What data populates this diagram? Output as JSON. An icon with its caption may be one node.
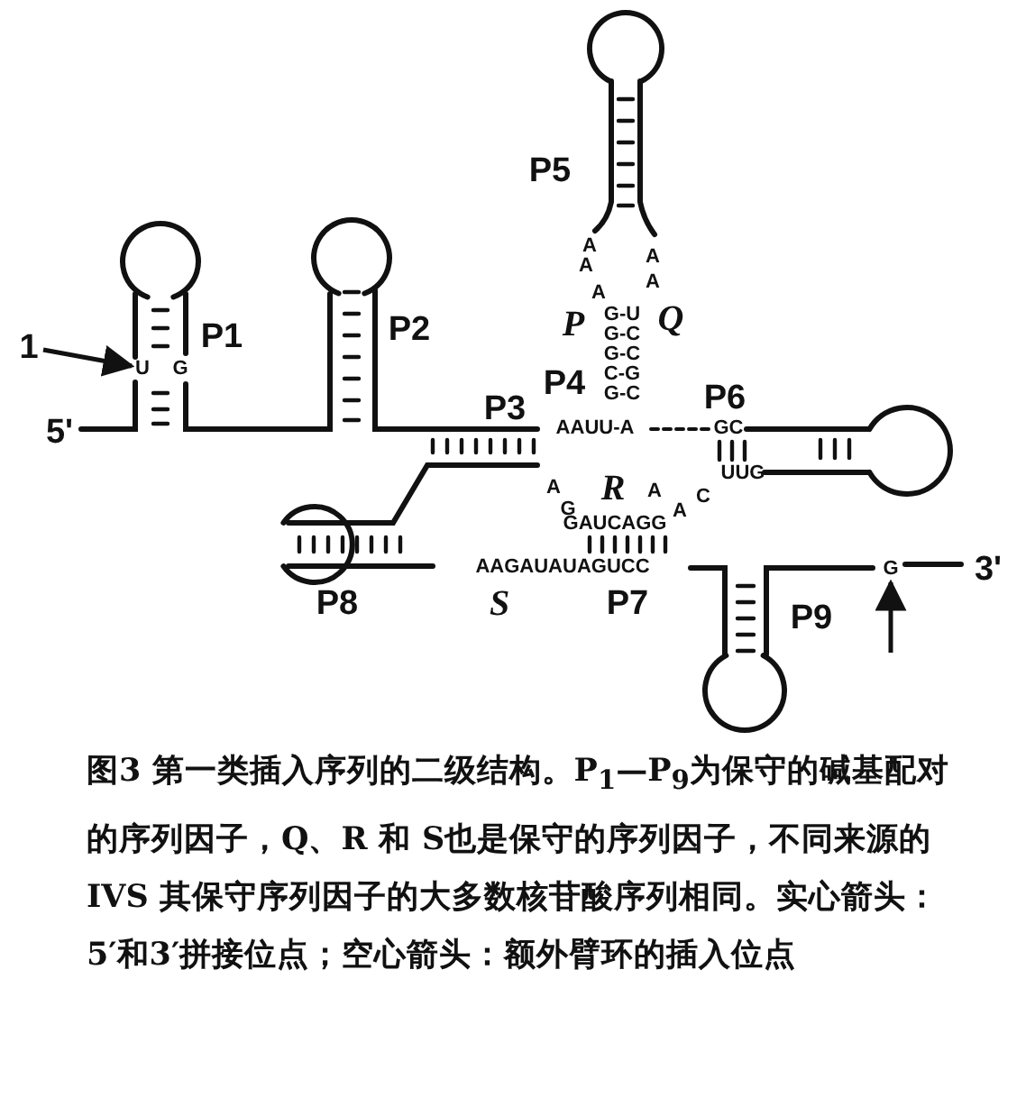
{
  "diagram": {
    "caption": "图3 第一类插入序列的二级结构。P$_{1}$—P$_{9}$为保守的碱基配对的序列因子，Q、R 和 S也是保守的序列因子，不同来源的IVS 其保守序列因子的大多数核苷酸序列相同。实心箭头：5′和3′拼接位点；空心箭头：额外臂环的插入位点",
    "nodes": [
      {
        "text": [
          "1"
        ]
      },
      {
        "text": [
          "U"
        ]
      },
      {
        "text": [
          "G"
        ]
      }
    ],
    "edges": [
      {
        "from": 0,
        "to": 1,
        "arrow": "to"
      },
      {
        "from": null,
        "to": 2,
        "arrow": "to"
      }
    ],
    "labels": [
      "P1",
      "G",
      "P2",
      "P5",
      "A",
      "A",
      "A",
      "A",
      "A",
      "P",
      "G-U",
      "Q",
      "G-C",
      "G-C",
      "C-G",
      "P4",
      "G-C",
      "P3",
      "AAUU-A",
      "P6",
      "GC",
      "UUG",
      "A",
      "R",
      "A",
      "C",
      "G",
      "A",
      "GAUCAGG",
      "AAGAUAUAGUCC",
      "P8",
      "S",
      "P7",
      "P9",
      "5'",
      "3'"
    ]
  }
}
